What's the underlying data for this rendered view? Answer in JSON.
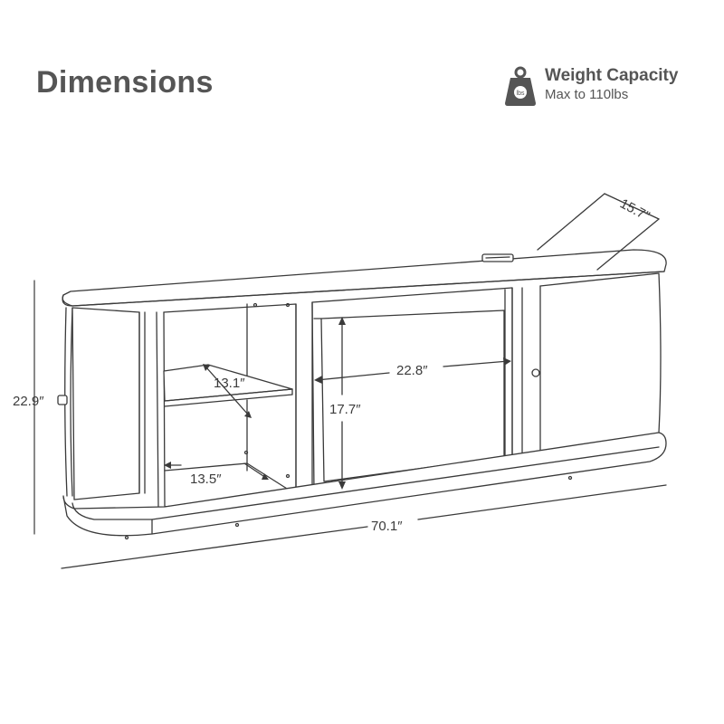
{
  "header": {
    "title": "Dimensions"
  },
  "weight_badge": {
    "icon": "weight-icon",
    "icon_text": "lbs",
    "title": "Weight Capacity",
    "subtitle": "Max to 110lbs"
  },
  "dimensions": {
    "height": "22.9″",
    "depth": "15.7″",
    "width": "70.1″",
    "shelf_depth": "13.1″",
    "shelf_width": "13.5″",
    "center_width": "22.8″",
    "center_height": "17.7″"
  },
  "colors": {
    "line": "#3a3a3a",
    "text": "#555555"
  }
}
